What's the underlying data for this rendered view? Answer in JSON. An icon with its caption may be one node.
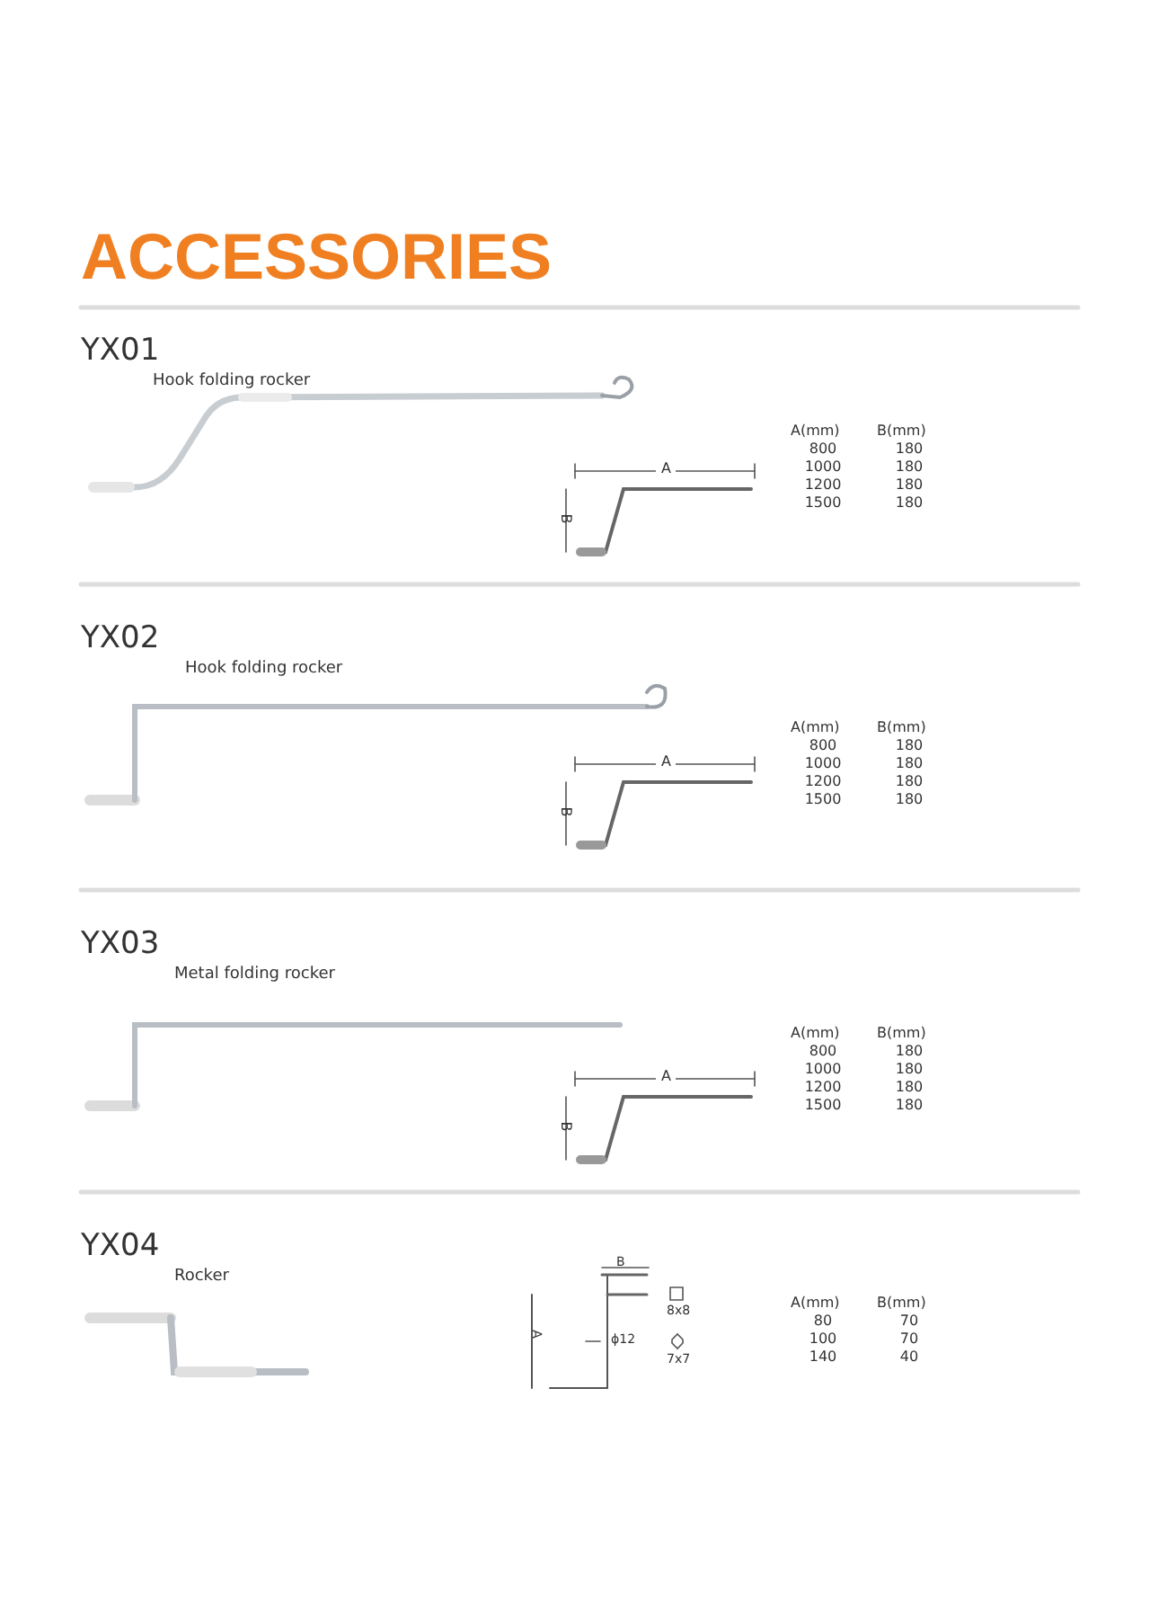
{
  "diagram": {
    "title": "ACCESSORIES",
    "labels": [
      "YX01",
      "Hook folding rocker",
      "A",
      "B",
      "A(mm)",
      "B(mm)",
      "800",
      "180",
      "1000",
      "180",
      "1200",
      "180",
      "1500",
      "180",
      "YX02",
      "Hook folding rocker",
      "A",
      "B",
      "A(mm)",
      "B(mm)",
      "800",
      "180",
      "1000",
      "180",
      "1200",
      "180",
      "1500",
      "180",
      "YX03",
      "Metal folding rocker",
      "A",
      "B",
      "A(mm)",
      "B(mm)",
      "800",
      "180",
      "1000",
      "180",
      "1200",
      "180",
      "1500",
      "180",
      "YX04",
      "Rocker",
      "B",
      "A",
      "ϕ12",
      "8x8",
      "7x7",
      "A(mm)",
      "B(mm)",
      "80",
      "70",
      "100",
      "70",
      "140",
      "40"
    ]
  }
}
